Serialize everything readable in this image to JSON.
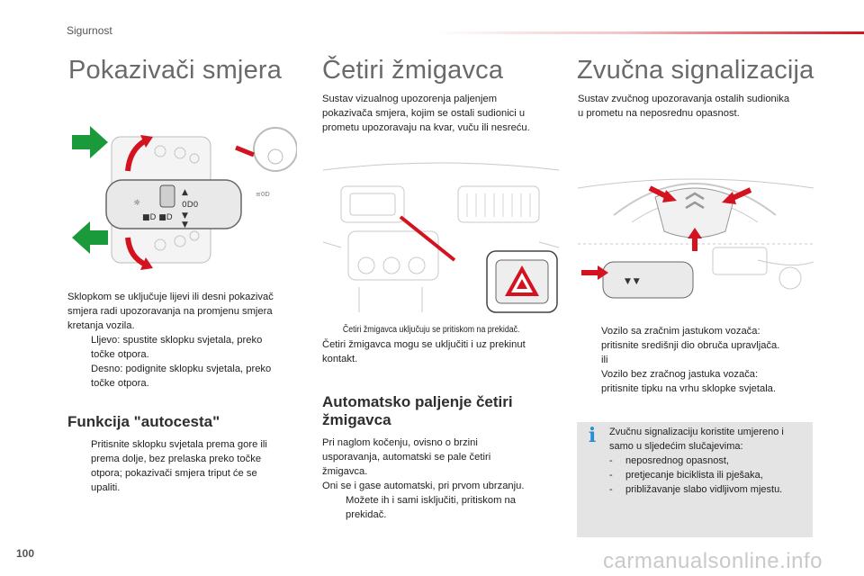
{
  "header": {
    "section": "Sigurnost"
  },
  "col1": {
    "title": "Pokazivači smjera",
    "intro_lines": [
      "Sklopkom se uključuje lijevi ili desni pokazivač",
      "smjera radi upozoravanja na promjenu smjera",
      "kretanja vozila."
    ],
    "bullets": [
      {
        "lines": [
          "Lljevo: spustite sklopku svjetala, preko",
          "točke otpora."
        ]
      },
      {
        "lines": [
          "Desno: podignite sklopku svjetala, preko",
          "točke otpora."
        ]
      }
    ],
    "subhead": "Funkcija \"autocesta\"",
    "sub_bullets": [
      {
        "lines": [
          "Pritisnite sklopku svjetala prema gore ili",
          "prema dolje, bez prelaska preko točke",
          "otpora; pokazivači smjera triput će se",
          "upaliti."
        ]
      }
    ]
  },
  "col2": {
    "title": "Četiri žmigavca",
    "intro_lines": [
      "Sustav vizualnog upozorenja paljenjem",
      "pokazivača smjera, kojim se ostali sudionici u",
      "prometu upozoravaju na kvar, vuču ili nesreću."
    ],
    "caption": "Četiri žmigavca uključuju se pritiskom na prekidač.",
    "after_lines": [
      "Četiri žmigavca mogu se uključiti i uz prekinut",
      "kontakt."
    ],
    "subhead_lines": [
      "Automatsko paljenje četiri",
      "žmigavca"
    ],
    "auto_lines": [
      "Pri naglom kočenju, ovisno o brzini",
      "usporavanja, automatski se pale četiri",
      "žmigavca.",
      "Oni se i gase automatski, pri prvom ubrzanju."
    ],
    "auto_bullet": {
      "lines": [
        "Možete ih i sami isključiti, pritiskom na",
        "prekidač."
      ]
    }
  },
  "col3": {
    "title": "Zvučna signalizacija",
    "intro_lines": [
      "Sustav zvučnog upozoravanja ostalih sudionika",
      "u prometu na neposrednu opasnost."
    ],
    "bullets": [
      {
        "lines": [
          "Vozilo sa zračnim jastukom vozača:",
          "pritisnite središnji dio obruča upravljača.",
          "ili"
        ]
      },
      {
        "lines": [
          "Vozilo bez zračnog jastuka vozača:",
          "pritisnite tipku na vrhu sklopke svjetala."
        ]
      }
    ],
    "info": {
      "lines": [
        "Zvučnu signalizaciju koristite umjereno i",
        "samo u sljedećim slučajevima:"
      ],
      "items": [
        {
          "dash": "-",
          "text": "neposrednog opasnost,"
        },
        {
          "dash": "-",
          "text": "pretjecanje biciklista ili pješaka,"
        },
        {
          "dash": "-",
          "text": "približavanje slabo vidljivom mjestu."
        }
      ]
    }
  },
  "footer": {
    "page_number": "100",
    "watermark": "carmanualsonline.info"
  },
  "bullet_glyph": "",
  "colors": {
    "accent_red": "#d3131f",
    "arrow_green": "#1a9a3a",
    "info_blue": "#2a8fd0",
    "info_bg": "#e4e4e4"
  }
}
